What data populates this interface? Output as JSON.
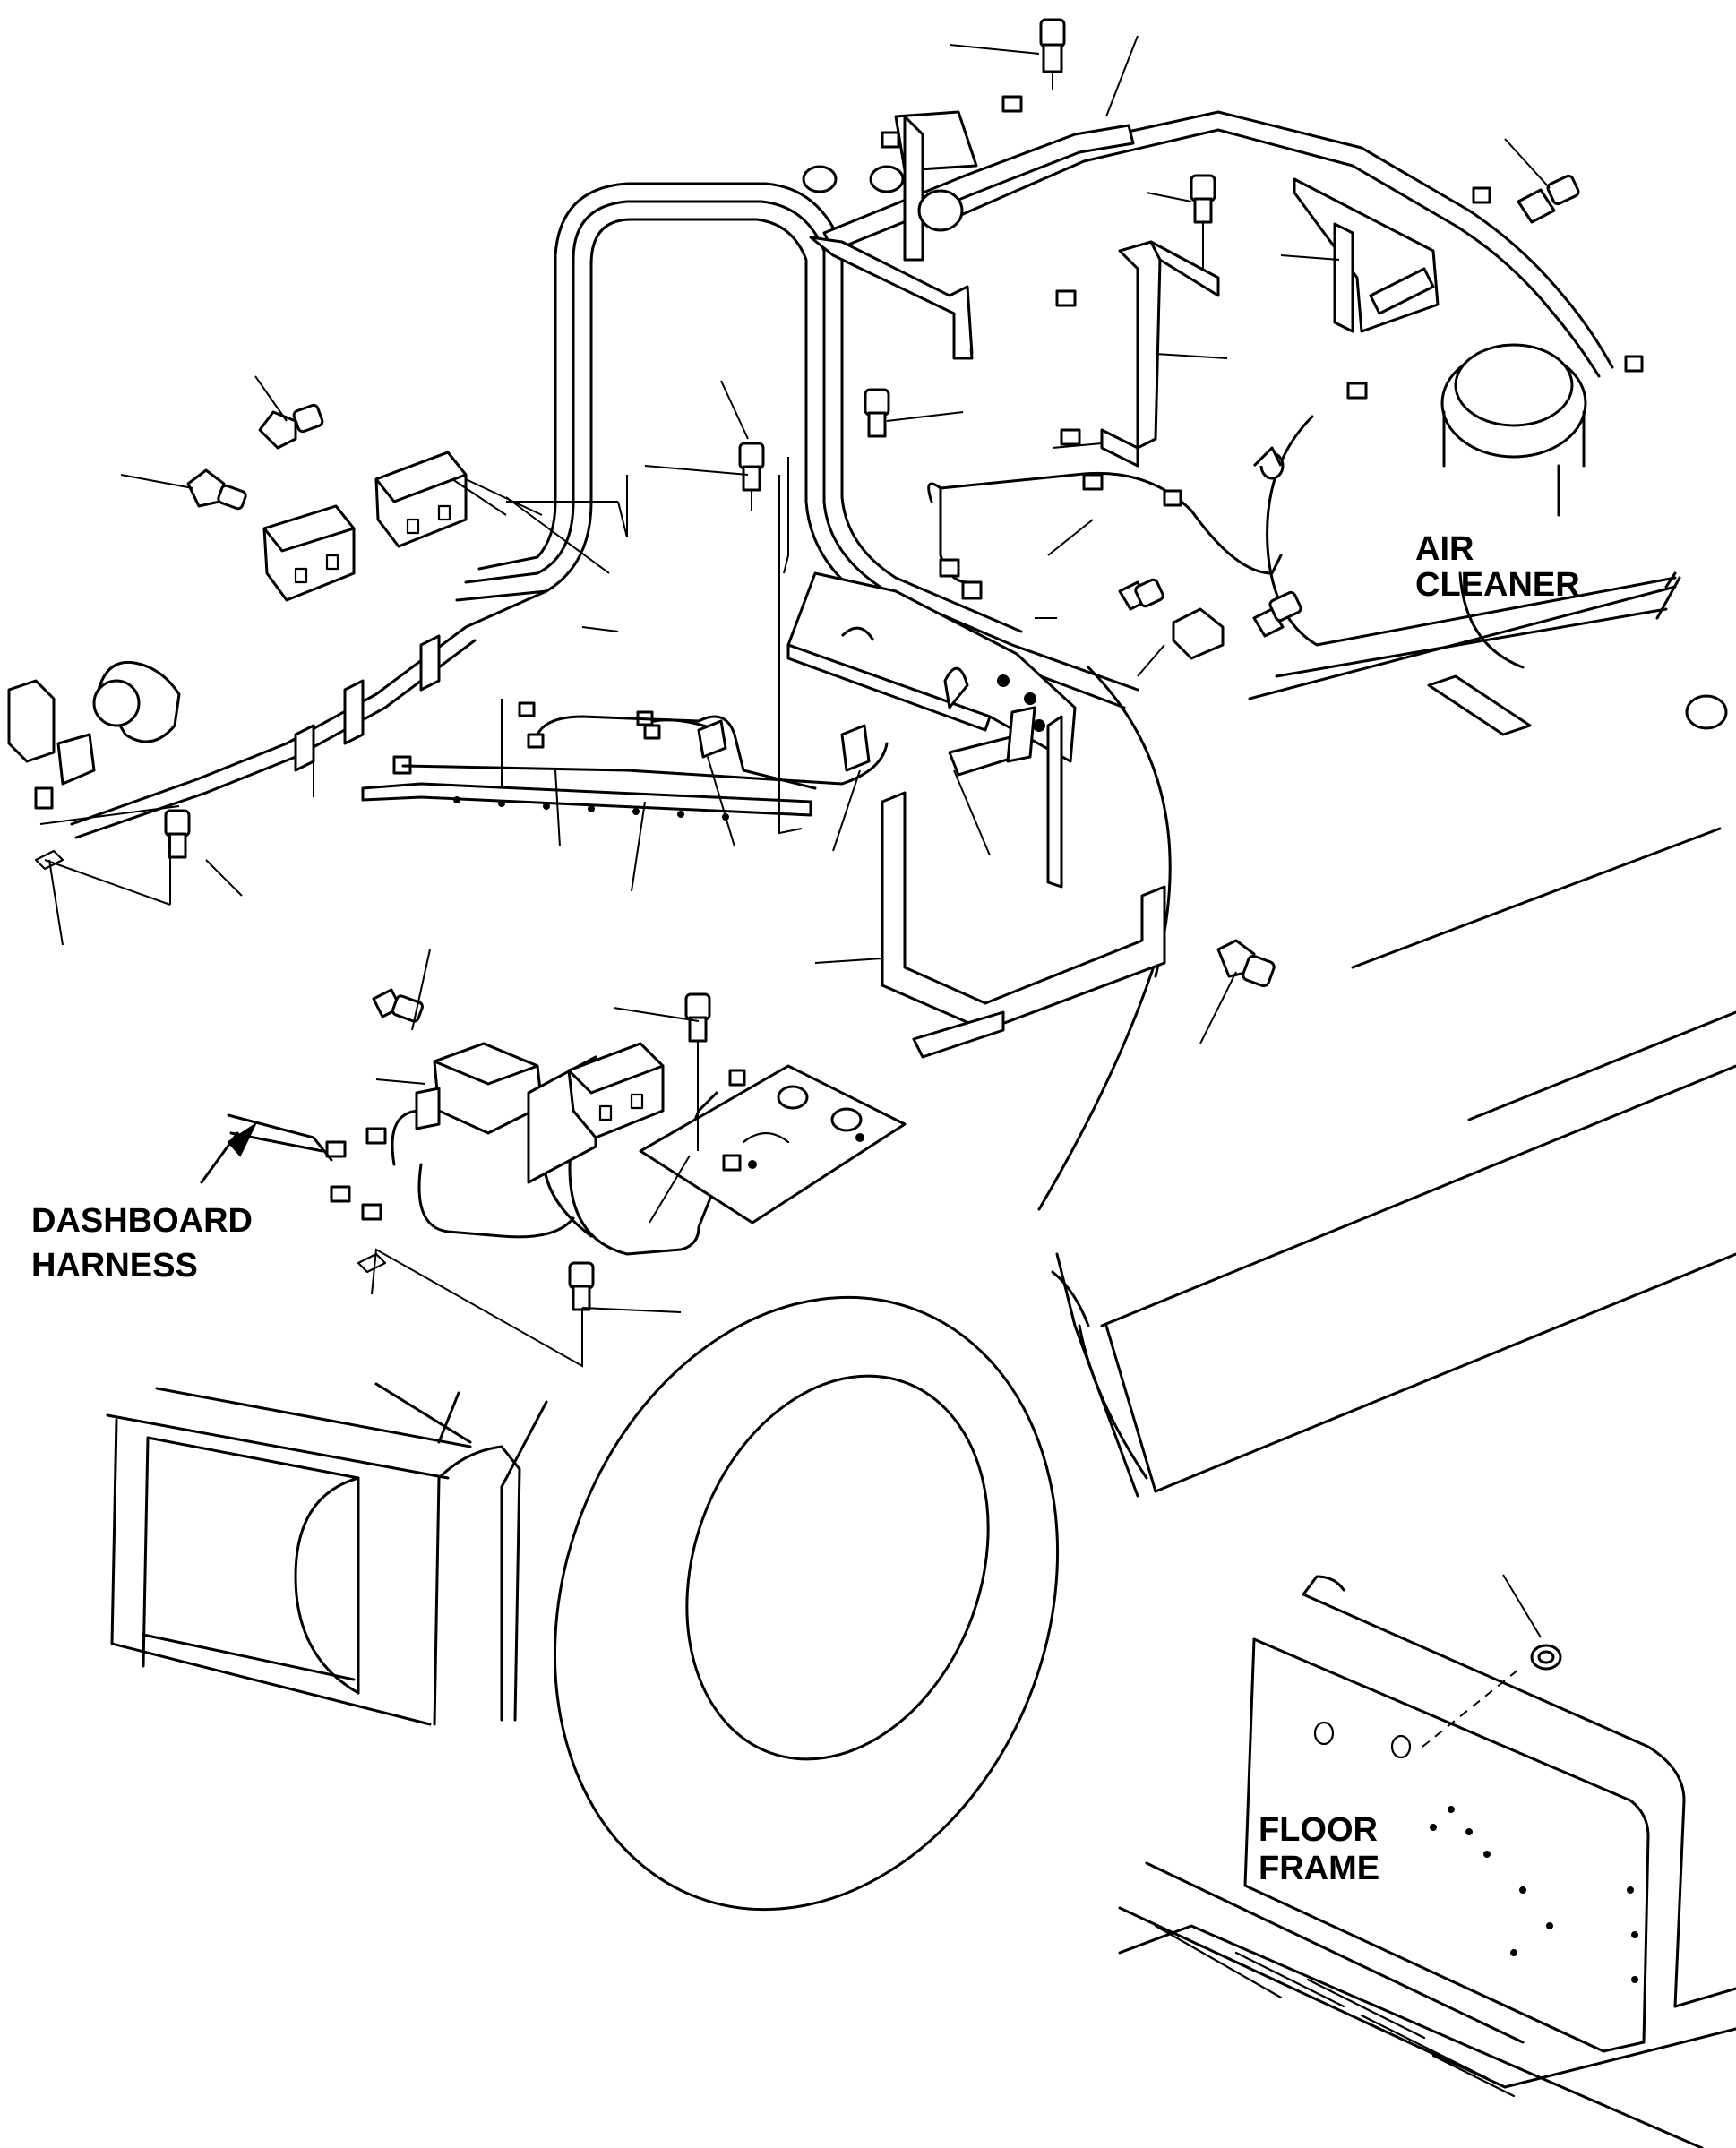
{
  "labels": {
    "air_cleaner": [
      "AIR",
      "CLEANER"
    ],
    "dashboard_harness": [
      "DASHBOARD",
      "HARNESS"
    ],
    "floor_frame": [
      "FLOOR",
      "FRAME"
    ]
  },
  "colors": {
    "line": "#000000",
    "background": "#ffffff"
  }
}
